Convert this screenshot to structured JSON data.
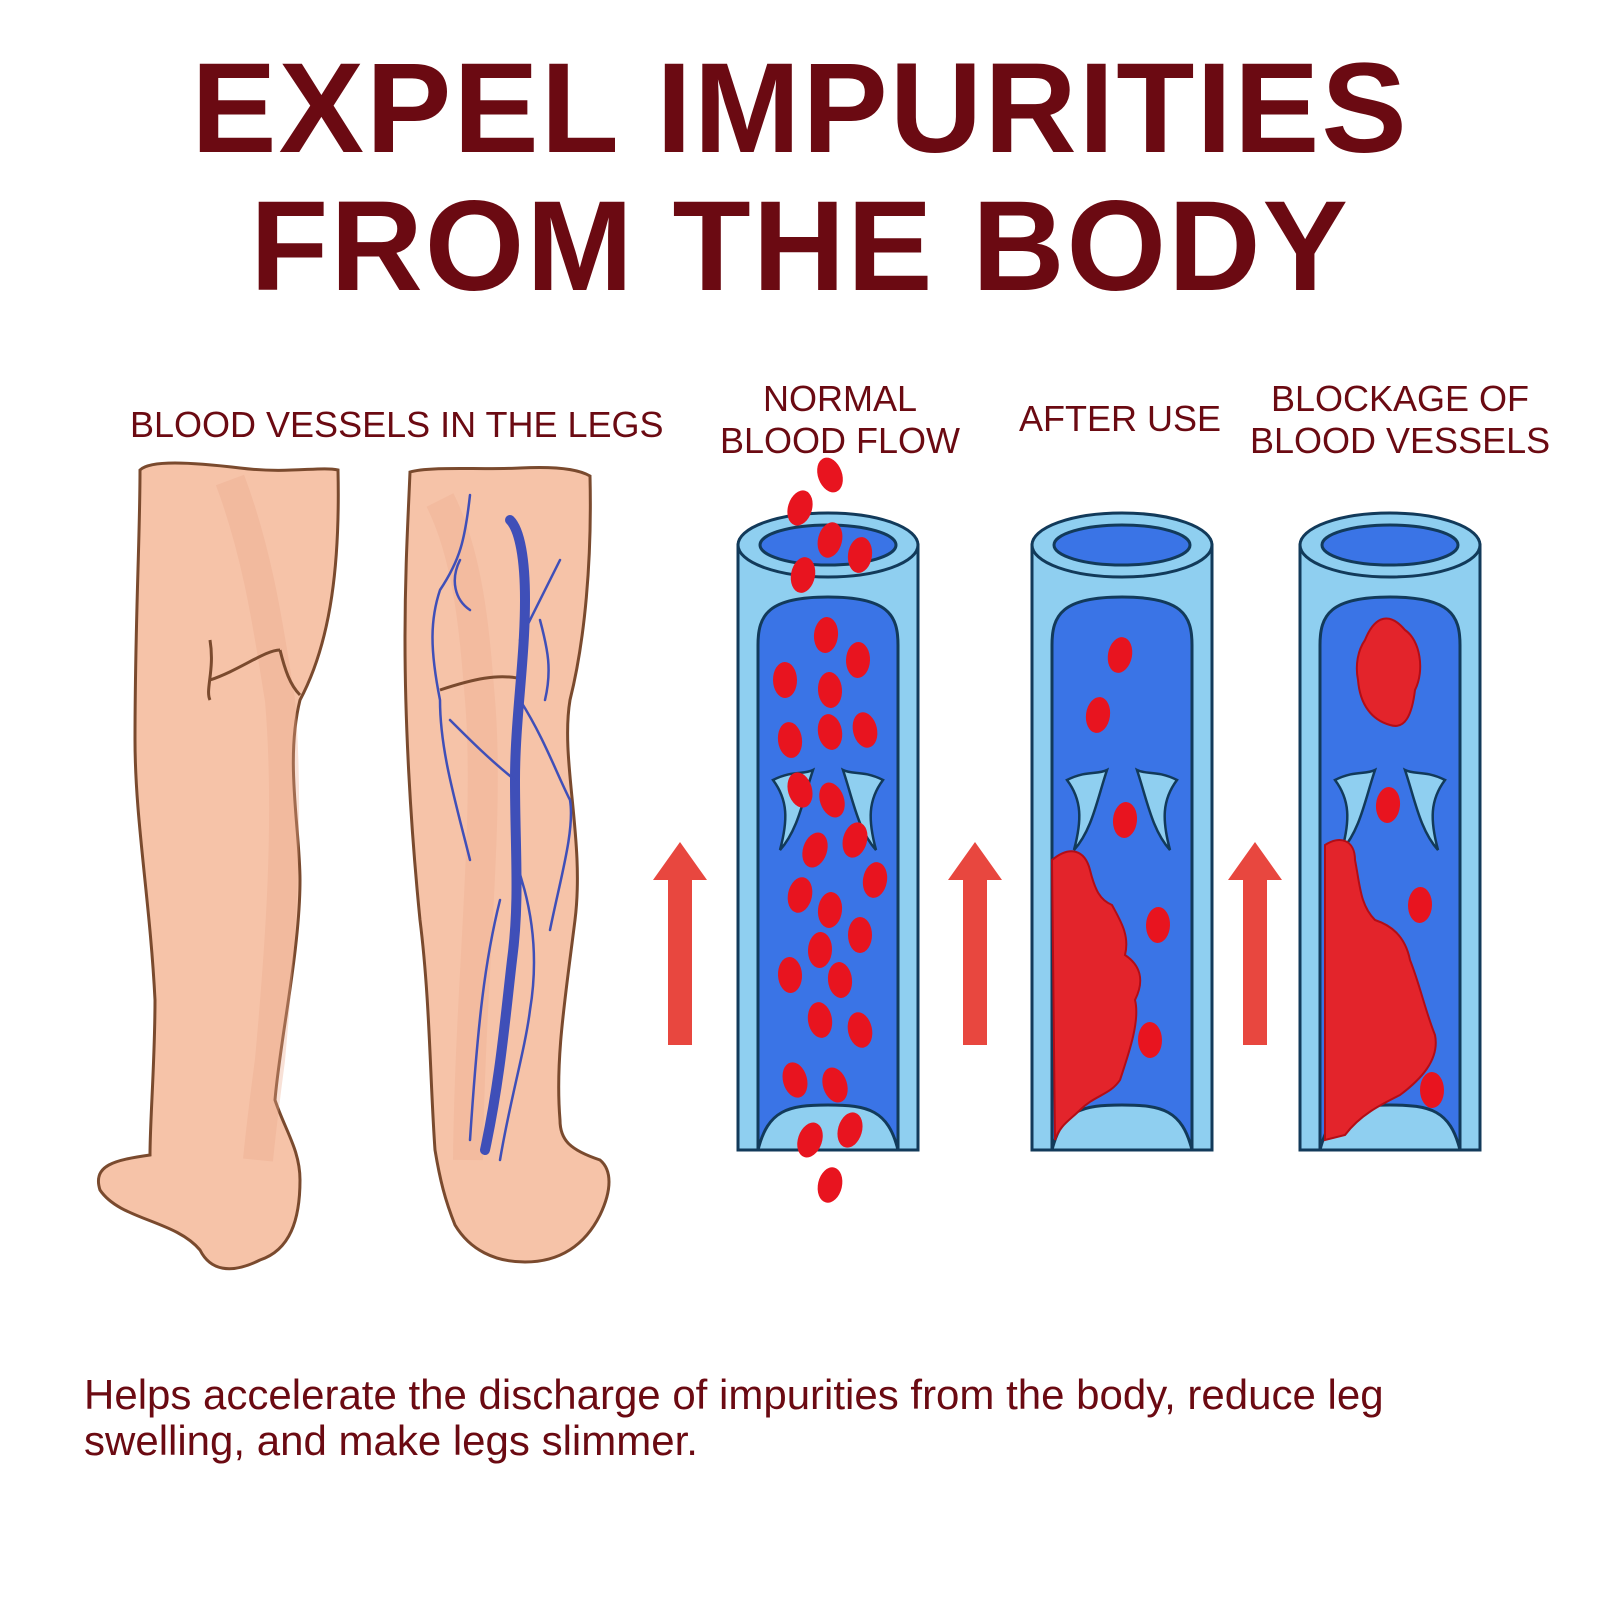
{
  "title": {
    "line1": "EXPEL IMPURITIES",
    "line2": "FROM THE BODY"
  },
  "labels": {
    "legs": "BLOOD VESSELS IN THE LEGS",
    "normal_line1": "NORMAL",
    "normal_line2": "BLOOD FLOW",
    "after": "AFTER USE",
    "blockage_line1": "BLOCKAGE OF",
    "blockage_line2": "BLOOD VESSELS"
  },
  "caption": "Helps accelerate the discharge of impurities from the body, reduce leg swelling, and make legs slimmer.",
  "colors": {
    "title": "#6b0a12",
    "text": "#6b0a12",
    "skin": "#f6c3a8",
    "skin_shade": "#eba88c",
    "skin_outline": "#7a4a2e",
    "vein": "#3f4fb8",
    "vessel_wall": "#8fcff0",
    "vessel_lumen": "#3a74e6",
    "vessel_outline": "#123a5a",
    "blood_cell": "#e8141f",
    "clot": "#e3242b",
    "arrow": "#e8473f"
  },
  "icons": [
    "up-arrow-icon",
    "blood-cell-icon",
    "blood-clot-icon",
    "leg-illustration",
    "vein-illustration"
  ]
}
